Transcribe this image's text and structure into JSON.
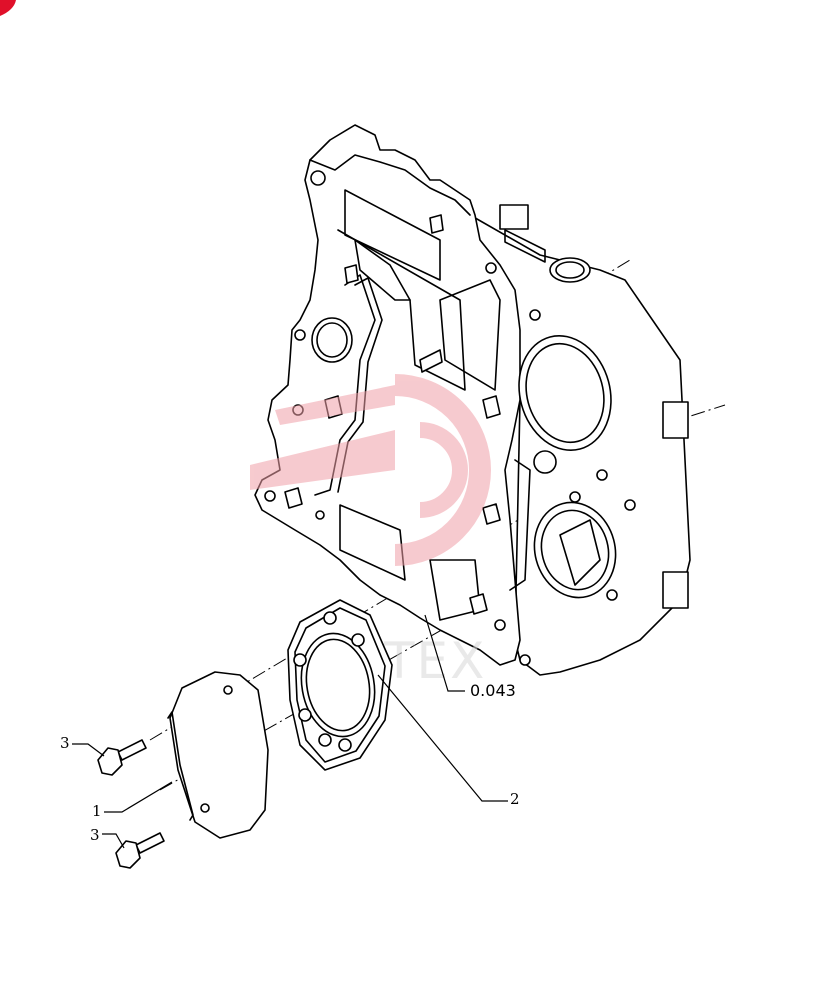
{
  "watermark": {
    "text": "ИНТЕХ",
    "color": "#f0a0a8"
  },
  "brand_color": "#e0102a",
  "reference": {
    "label": "0.043"
  },
  "callouts": [
    {
      "id": "cover",
      "number": "1"
    },
    {
      "id": "gasket",
      "number": "2"
    },
    {
      "id": "bolt-upper",
      "number": "3"
    },
    {
      "id": "bolt-lower",
      "number": "3"
    }
  ],
  "icons": {
    "corner_logo": "brand-logo-fragment-icon",
    "watermark_logo": "watermark-logo-icon"
  }
}
